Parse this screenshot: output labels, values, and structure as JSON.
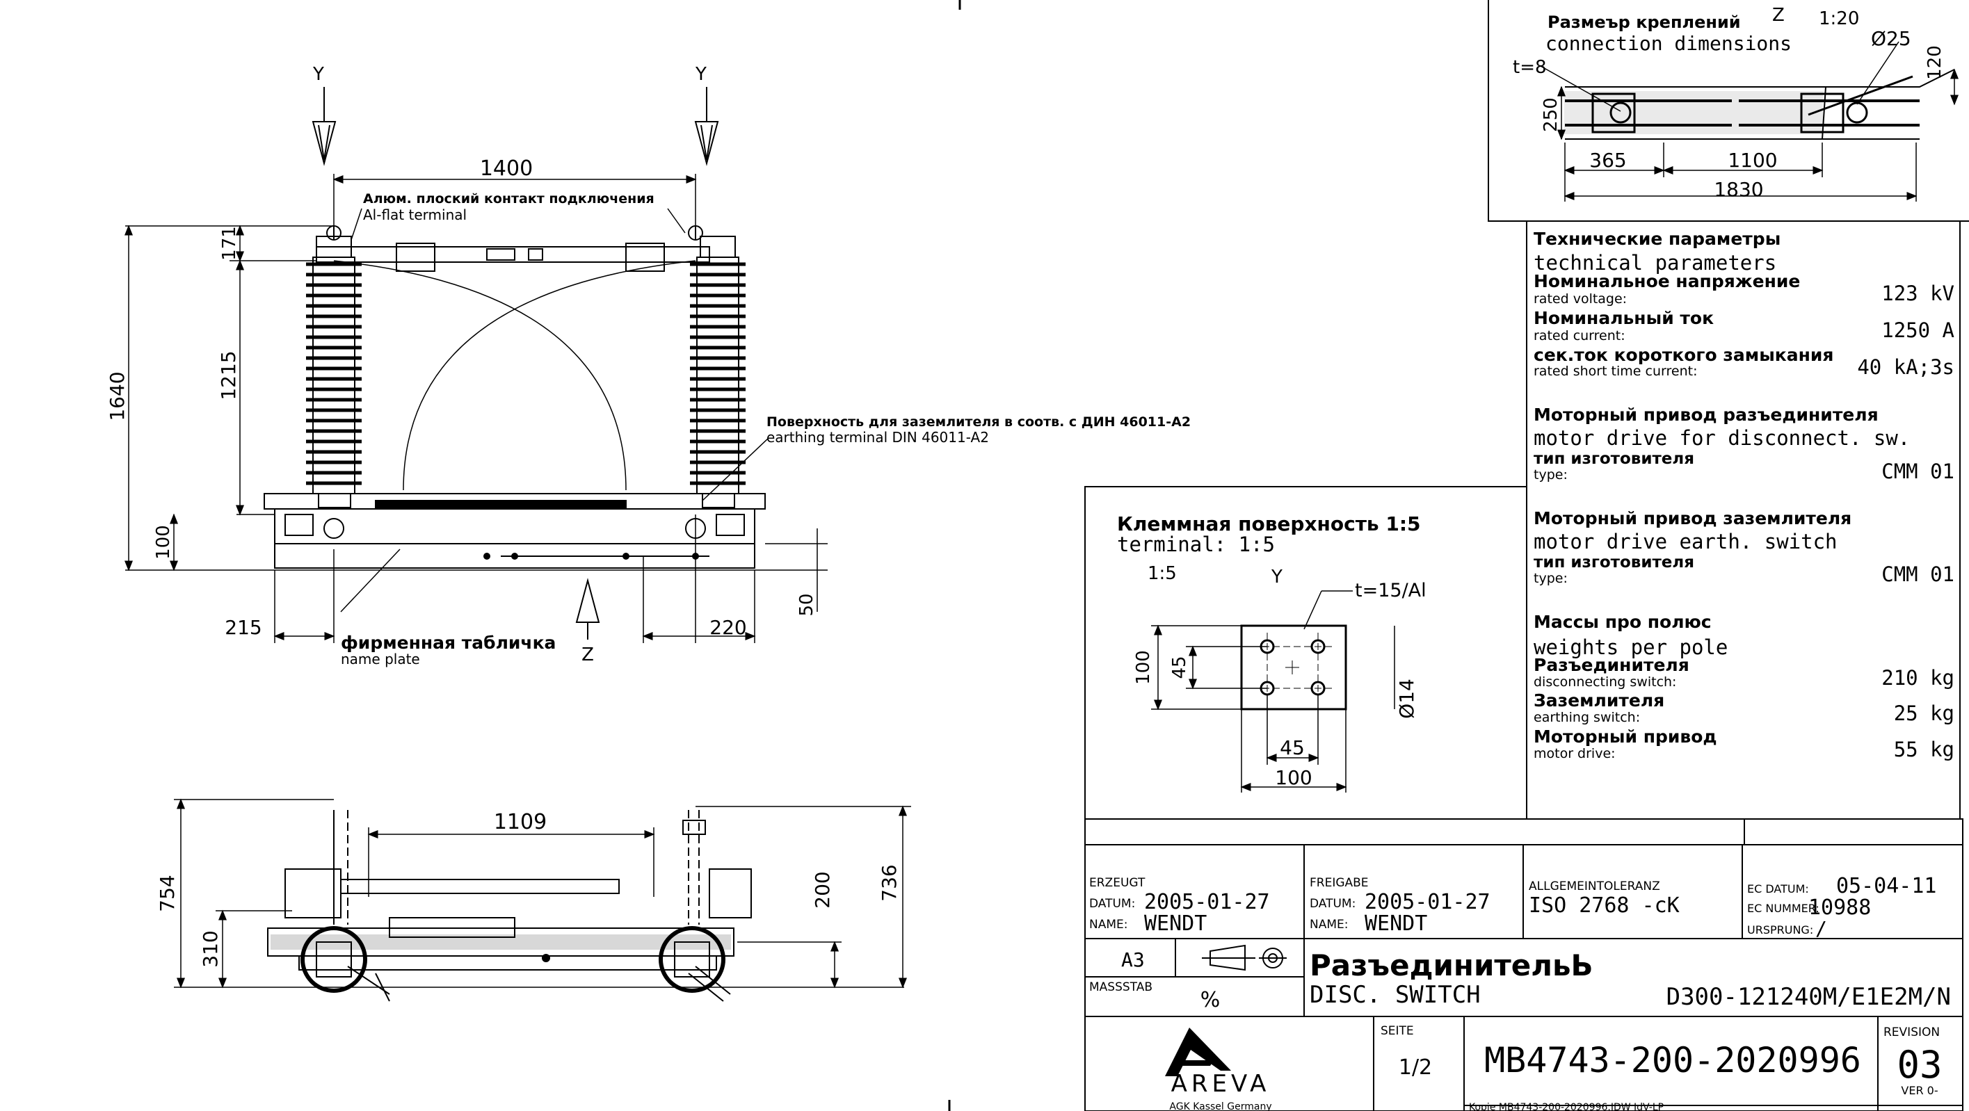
{
  "view_labels": {
    "y_left": "Y",
    "y_right": "Y",
    "z_bottom": "Z",
    "z_detail": "Z",
    "y_terminal": "Y"
  },
  "dims": {
    "span": "1400",
    "cap": "171",
    "insulator": "1215",
    "total_height": "1640",
    "base": "100",
    "base_foot": "50",
    "left_offset": "215",
    "right_offset": "220",
    "plan_span": "1109",
    "plan_height": "754",
    "plan_low": "310",
    "plan_mid": "200",
    "plan_right": "736",
    "conn_thickness": "t=8",
    "conn_width": "250",
    "conn_hole": "Ø25",
    "conn_height": "120",
    "conn_a": "365",
    "conn_b": "1100",
    "conn_total": "1830",
    "term_thickness": "t=15/Al",
    "term_h": "100",
    "term_h2": "45",
    "term_hole": "Ø14",
    "term_w2": "45",
    "term_w": "100"
  },
  "labels": {
    "flat_terminal_ru": "Алюм. плоский контакт подключения",
    "flat_terminal_en": "Al-flat terminal",
    "earthing_ru": "Поверхность для заземлителя в соотв. с ДИН 46011-А2",
    "earthing_en": "earthing terminal DIN 46011-A2",
    "nameplate_ru": "фирменная табличка",
    "nameplate_en": "name plate",
    "conn_ru": "Размеър креплений",
    "conn_en": "connection dimensions",
    "conn_scale": "1:20",
    "terminal_ru": "Клеммная поверхность 1:5",
    "terminal_en": "terminal: 1:5",
    "terminal_scale": "1:5"
  },
  "params": {
    "title_ru": "Технические параметры",
    "title_en": "technical parameters",
    "rows": [
      {
        "ru": "Номинальное напряжение",
        "en": "rated voltage:",
        "value": "123 kV"
      },
      {
        "ru": "Номинальный ток",
        "en": "rated current:",
        "value": "1250 A"
      },
      {
        "ru": "сек.ток короткого замыкания",
        "en": "rated short time current:",
        "value": "40 kA;3s"
      }
    ],
    "motor_ds_ru": "Моторный привод разъединителя",
    "motor_ds_en": "motor drive for disconnect. sw.",
    "motor_ds_type_ru": "тип изготовителя",
    "motor_ds_type_en": "type:",
    "motor_ds_type_value": "CMM 01",
    "motor_es_ru": "Моторный привод заземлителя",
    "motor_es_en": "motor drive earth. switch",
    "motor_es_type_ru": "тип изготовителя",
    "motor_es_type_en": "type:",
    "motor_es_type_value": "CMM 01",
    "weights_ru": "Массы про полюс",
    "weights_en": "weights per pole",
    "weights": [
      {
        "ru": "Разъединителя",
        "en": "disconnecting switch:",
        "value": "210 kg"
      },
      {
        "ru": "Заземлителя",
        "en": "earthing switch:",
        "value": "25 kg"
      },
      {
        "ru": "Моторный привод",
        "en": "motor drive:",
        "value": "55 kg"
      }
    ]
  },
  "title_block": {
    "erzeugt": "ERZEUGT",
    "datum_label": "DATUM:",
    "name_label": "NAME:",
    "erzeugt_date": "2005-01-27",
    "erzeugt_name": "WENDT",
    "freigabe": "FREIGABE",
    "freigabe_date": "2005-01-27",
    "freigabe_name": "WENDT",
    "tolerance_label": "ALLGEMEINTOLERANZ",
    "tolerance": "ISO 2768 -cK",
    "ec_datum_label": "EC DATUM:",
    "ec_datum": "05-04-11",
    "ec_nummer_label": "EC NUMMER:",
    "ec_nummer": "10988",
    "ursprung_label": "URSPRUNG:",
    "ursprung": "/",
    "format": "A3",
    "massstab_label": "MASSSTAB",
    "massstab": "%",
    "title_ru": "РазъединительЬ",
    "title_en": "DISC. SWITCH",
    "type_code": "D300-121240M/E1E2M/N",
    "company": "AREVA",
    "company_sub": "AGK  Kassel  Germany",
    "seite_label": "SEITE",
    "seite": "1/2",
    "drawing_no": "MB4743-200-2020996",
    "revision_label": "REVISION",
    "revision": "03",
    "ver": "VER 0-",
    "file_ref": "Kopie MB4743-200-2020996.IDW  IdV-LP"
  }
}
